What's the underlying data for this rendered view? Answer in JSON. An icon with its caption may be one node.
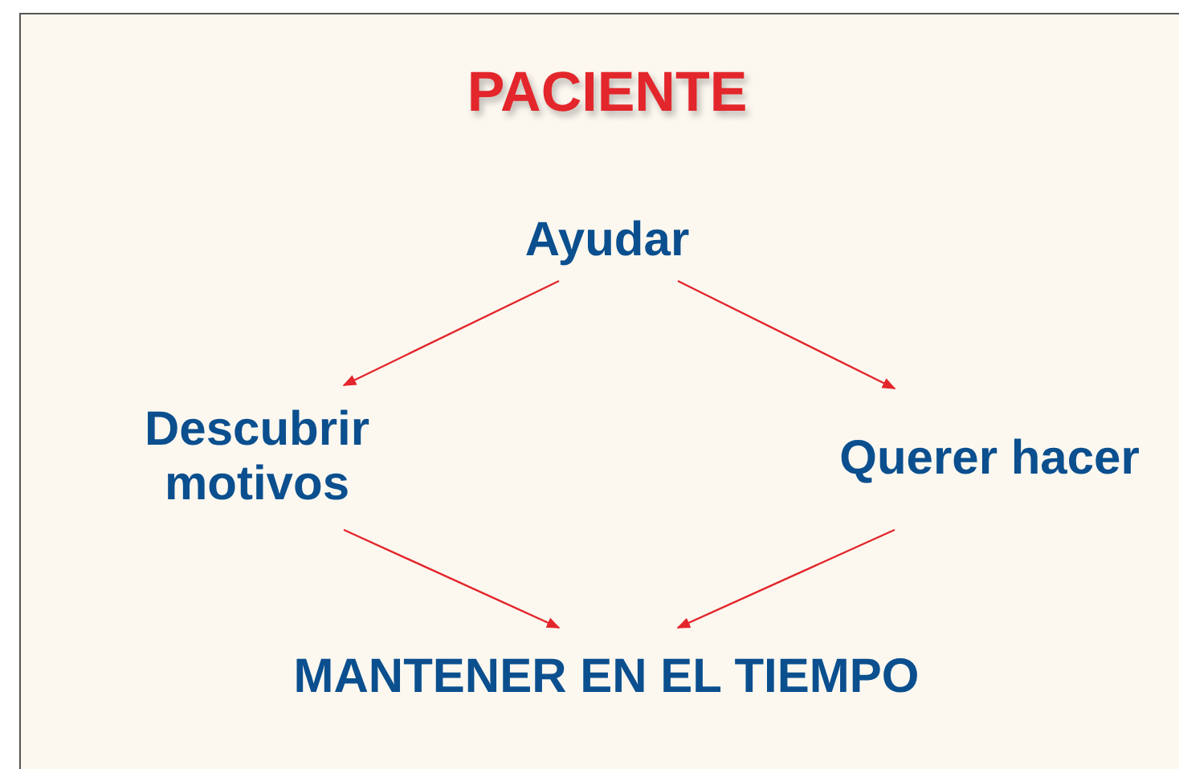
{
  "diagram": {
    "title": "PACIENTE",
    "nodes": [
      {
        "text": [
          "Ayudar"
        ]
      },
      {
        "text": [
          "Descubrir motivos"
        ]
      },
      {
        "text": [
          "Querer hacer"
        ]
      },
      {
        "text": [
          "MANTENER EN EL TIEMPO"
        ]
      }
    ],
    "edges": [
      {
        "from": 0,
        "to": 1,
        "arrow": "to"
      },
      {
        "from": 0,
        "to": 2,
        "arrow": "to"
      },
      {
        "from": 1,
        "to": 3,
        "arrow": "to"
      },
      {
        "from": 2,
        "to": 3,
        "arrow": "to"
      }
    ]
  }
}
